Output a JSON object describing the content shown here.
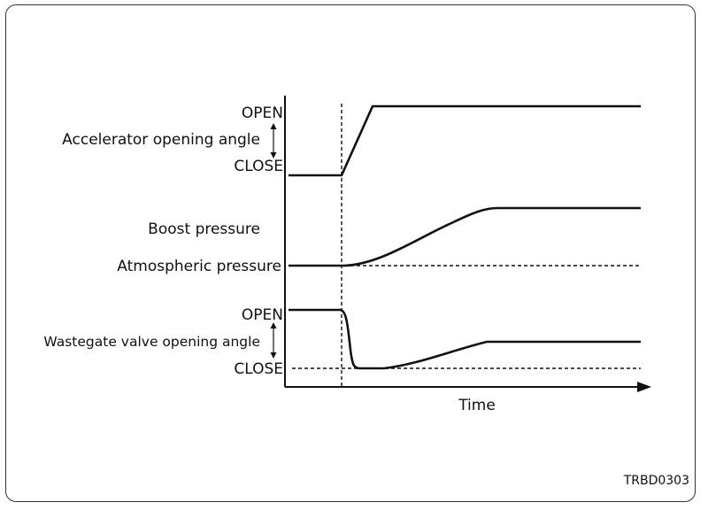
{
  "labels": {
    "accel_open": "OPEN",
    "accel_name": "Accelerator opening angle",
    "accel_close": "CLOSE",
    "boost_name": "Boost pressure",
    "atmospheric": "Atmospheric pressure",
    "wg_open": "OPEN",
    "wg_name": "Wastegate valve opening angle",
    "wg_close": "CLOSE",
    "time_axis": "Time",
    "figure_code": "TRBD0303"
  }
}
